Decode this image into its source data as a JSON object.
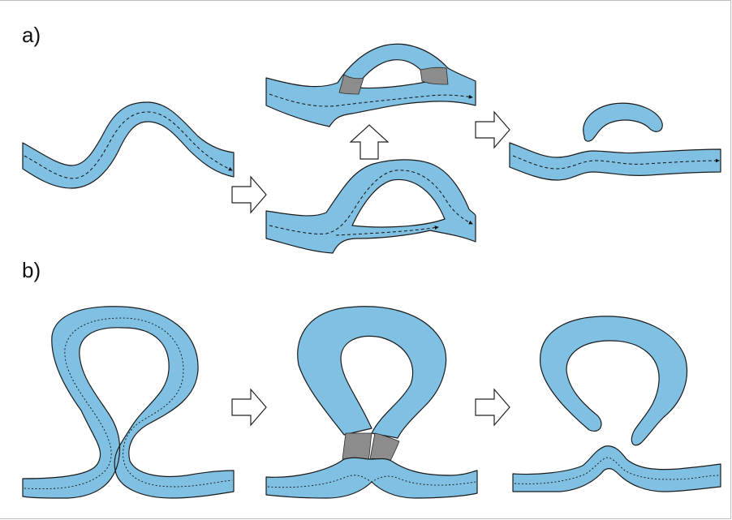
{
  "panels": {
    "a": {
      "label": "a)"
    },
    "b": {
      "label": "b)"
    }
  },
  "colors": {
    "channel_fill": "#80c1e3",
    "plug_fill": "#8c8c8c",
    "outline": "#1a1a1a",
    "arrow_fill": "#ffffff"
  },
  "icons": {
    "step_arrow": "hollow-block-arrow-right",
    "step_arrow_up": "hollow-block-arrow-up"
  }
}
